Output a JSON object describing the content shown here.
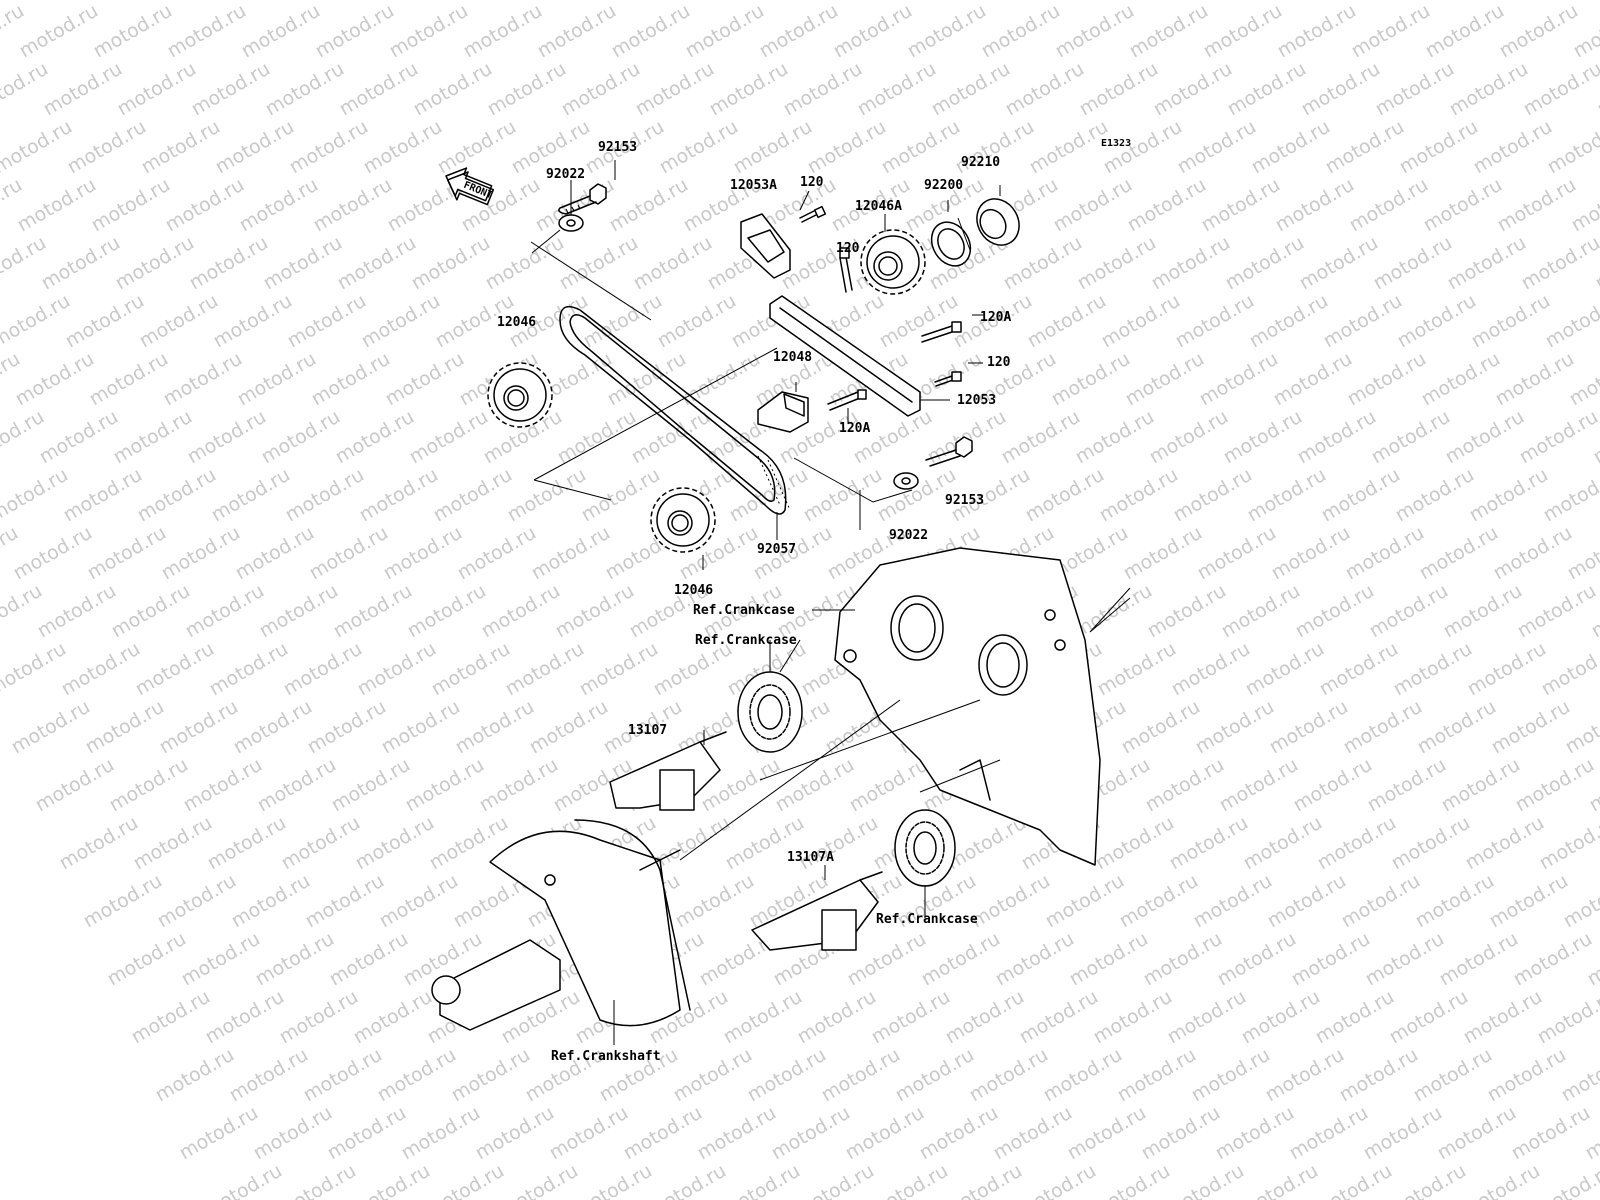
{
  "watermark": "motod.ru",
  "figure_code": "E1323",
  "front_label": "FRONT",
  "callouts": {
    "p92153_top": "92153",
    "p92022_top": "92022",
    "p12053A": "12053A",
    "p120_a": "120",
    "p12046A": "12046A",
    "p92200": "92200",
    "p92210": "92210",
    "p120_b": "120",
    "p120A_a": "120A",
    "p12046_top": "12046",
    "p12048": "12048",
    "p120_c": "120",
    "p12053": "12053",
    "p120A_b": "120A",
    "p92153_bot": "92153",
    "p92022_bot": "92022",
    "p92057": "92057",
    "p12046_bot": "12046",
    "ref_crankcase_1": "Ref.Crankcase",
    "ref_crankcase_2": "Ref.Crankcase",
    "p13107": "13107",
    "p13107A": "13107A",
    "ref_crankcase_3": "Ref.Crankcase",
    "ref_crankshaft": "Ref.Crankshaft"
  }
}
